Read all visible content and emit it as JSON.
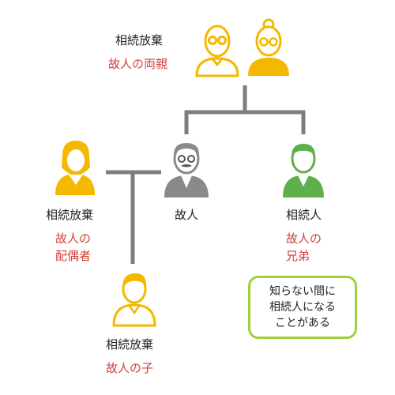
{
  "parents": {
    "role": "相続放棄",
    "relation": "故人の両親"
  },
  "spouse": {
    "role": "相続放棄",
    "relation_line1": "故人の",
    "relation_line2": "配偶者"
  },
  "deceased": {
    "label": "故人"
  },
  "sibling": {
    "role": "相続人",
    "relation_line1": "故人の",
    "relation_line2": "兄弟"
  },
  "child": {
    "role": "相続放棄",
    "relation": "故人の子"
  },
  "note": {
    "line1": "知らない間に",
    "line2": "相続人になる",
    "line3": "ことがある"
  },
  "colors": {
    "yellow": "#f5b800",
    "gray": "#8a8a8a",
    "green": "#5fb04a",
    "line": "#7d7d7d",
    "red": "#d2403a",
    "note_border": "#9fce3e"
  }
}
